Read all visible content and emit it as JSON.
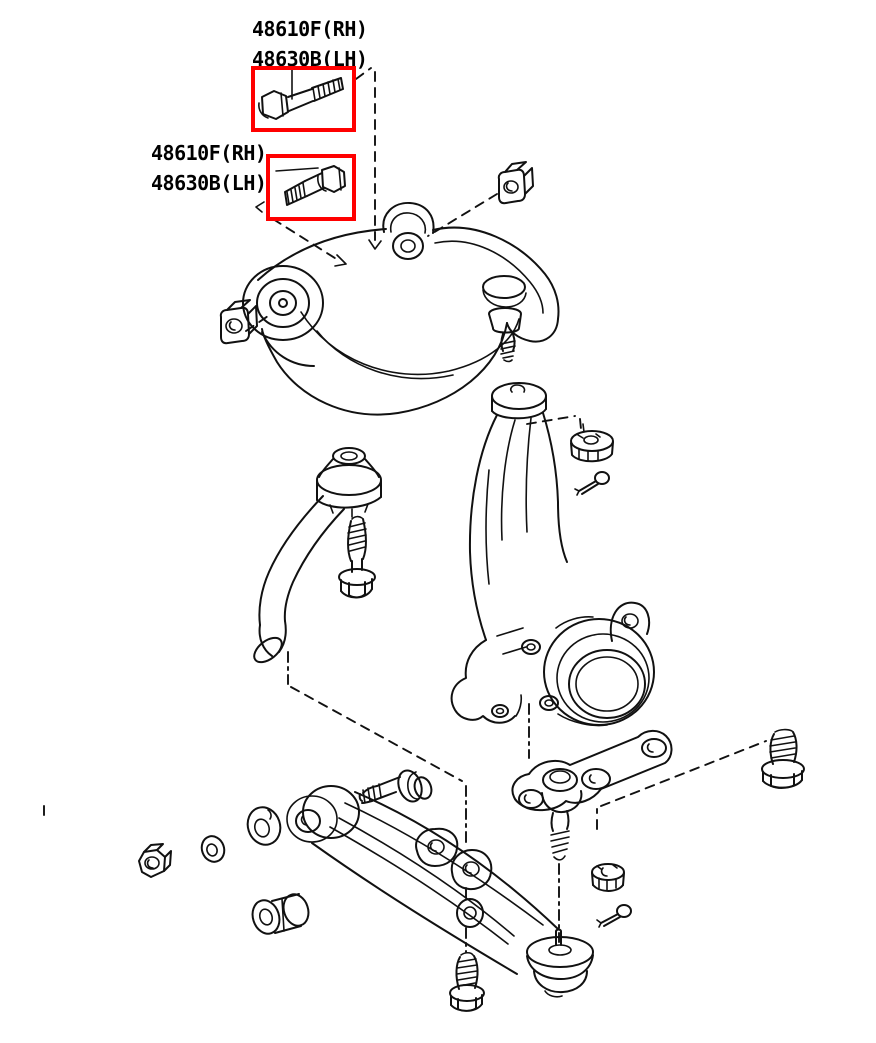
{
  "diagram": {
    "type": "exploded-parts-diagram",
    "subject": "front-suspension-control-arms"
  },
  "colors": {
    "highlight": "#ff0000",
    "line": "#111111",
    "background": "#ffffff"
  },
  "callouts": [
    {
      "id": "camber-bolt-top",
      "lines": [
        "48610F(RH)",
        "48630B(LH)"
      ]
    },
    {
      "id": "camber-bolt-left",
      "lines": [
        "48610F(RH)",
        "48630B(LH)"
      ]
    }
  ]
}
